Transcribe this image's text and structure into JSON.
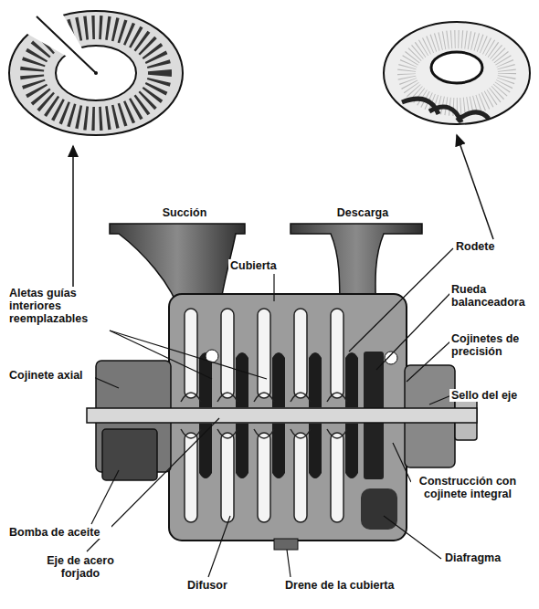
{
  "diagram": {
    "labels": [
      "Succión",
      "Descarga",
      "Rodete",
      "Cubierta",
      "Rueda balanceadora",
      "Aletas guías interiores reemplazables",
      "Cojinetes de precisión",
      "Cojinete axial",
      "Sello del eje",
      "Construcción con cojinete integral",
      "Bomba de aceite",
      "Diafragma",
      "Eje de acero forjado",
      "Difusor",
      "Drene de la cubierta"
    ]
  }
}
